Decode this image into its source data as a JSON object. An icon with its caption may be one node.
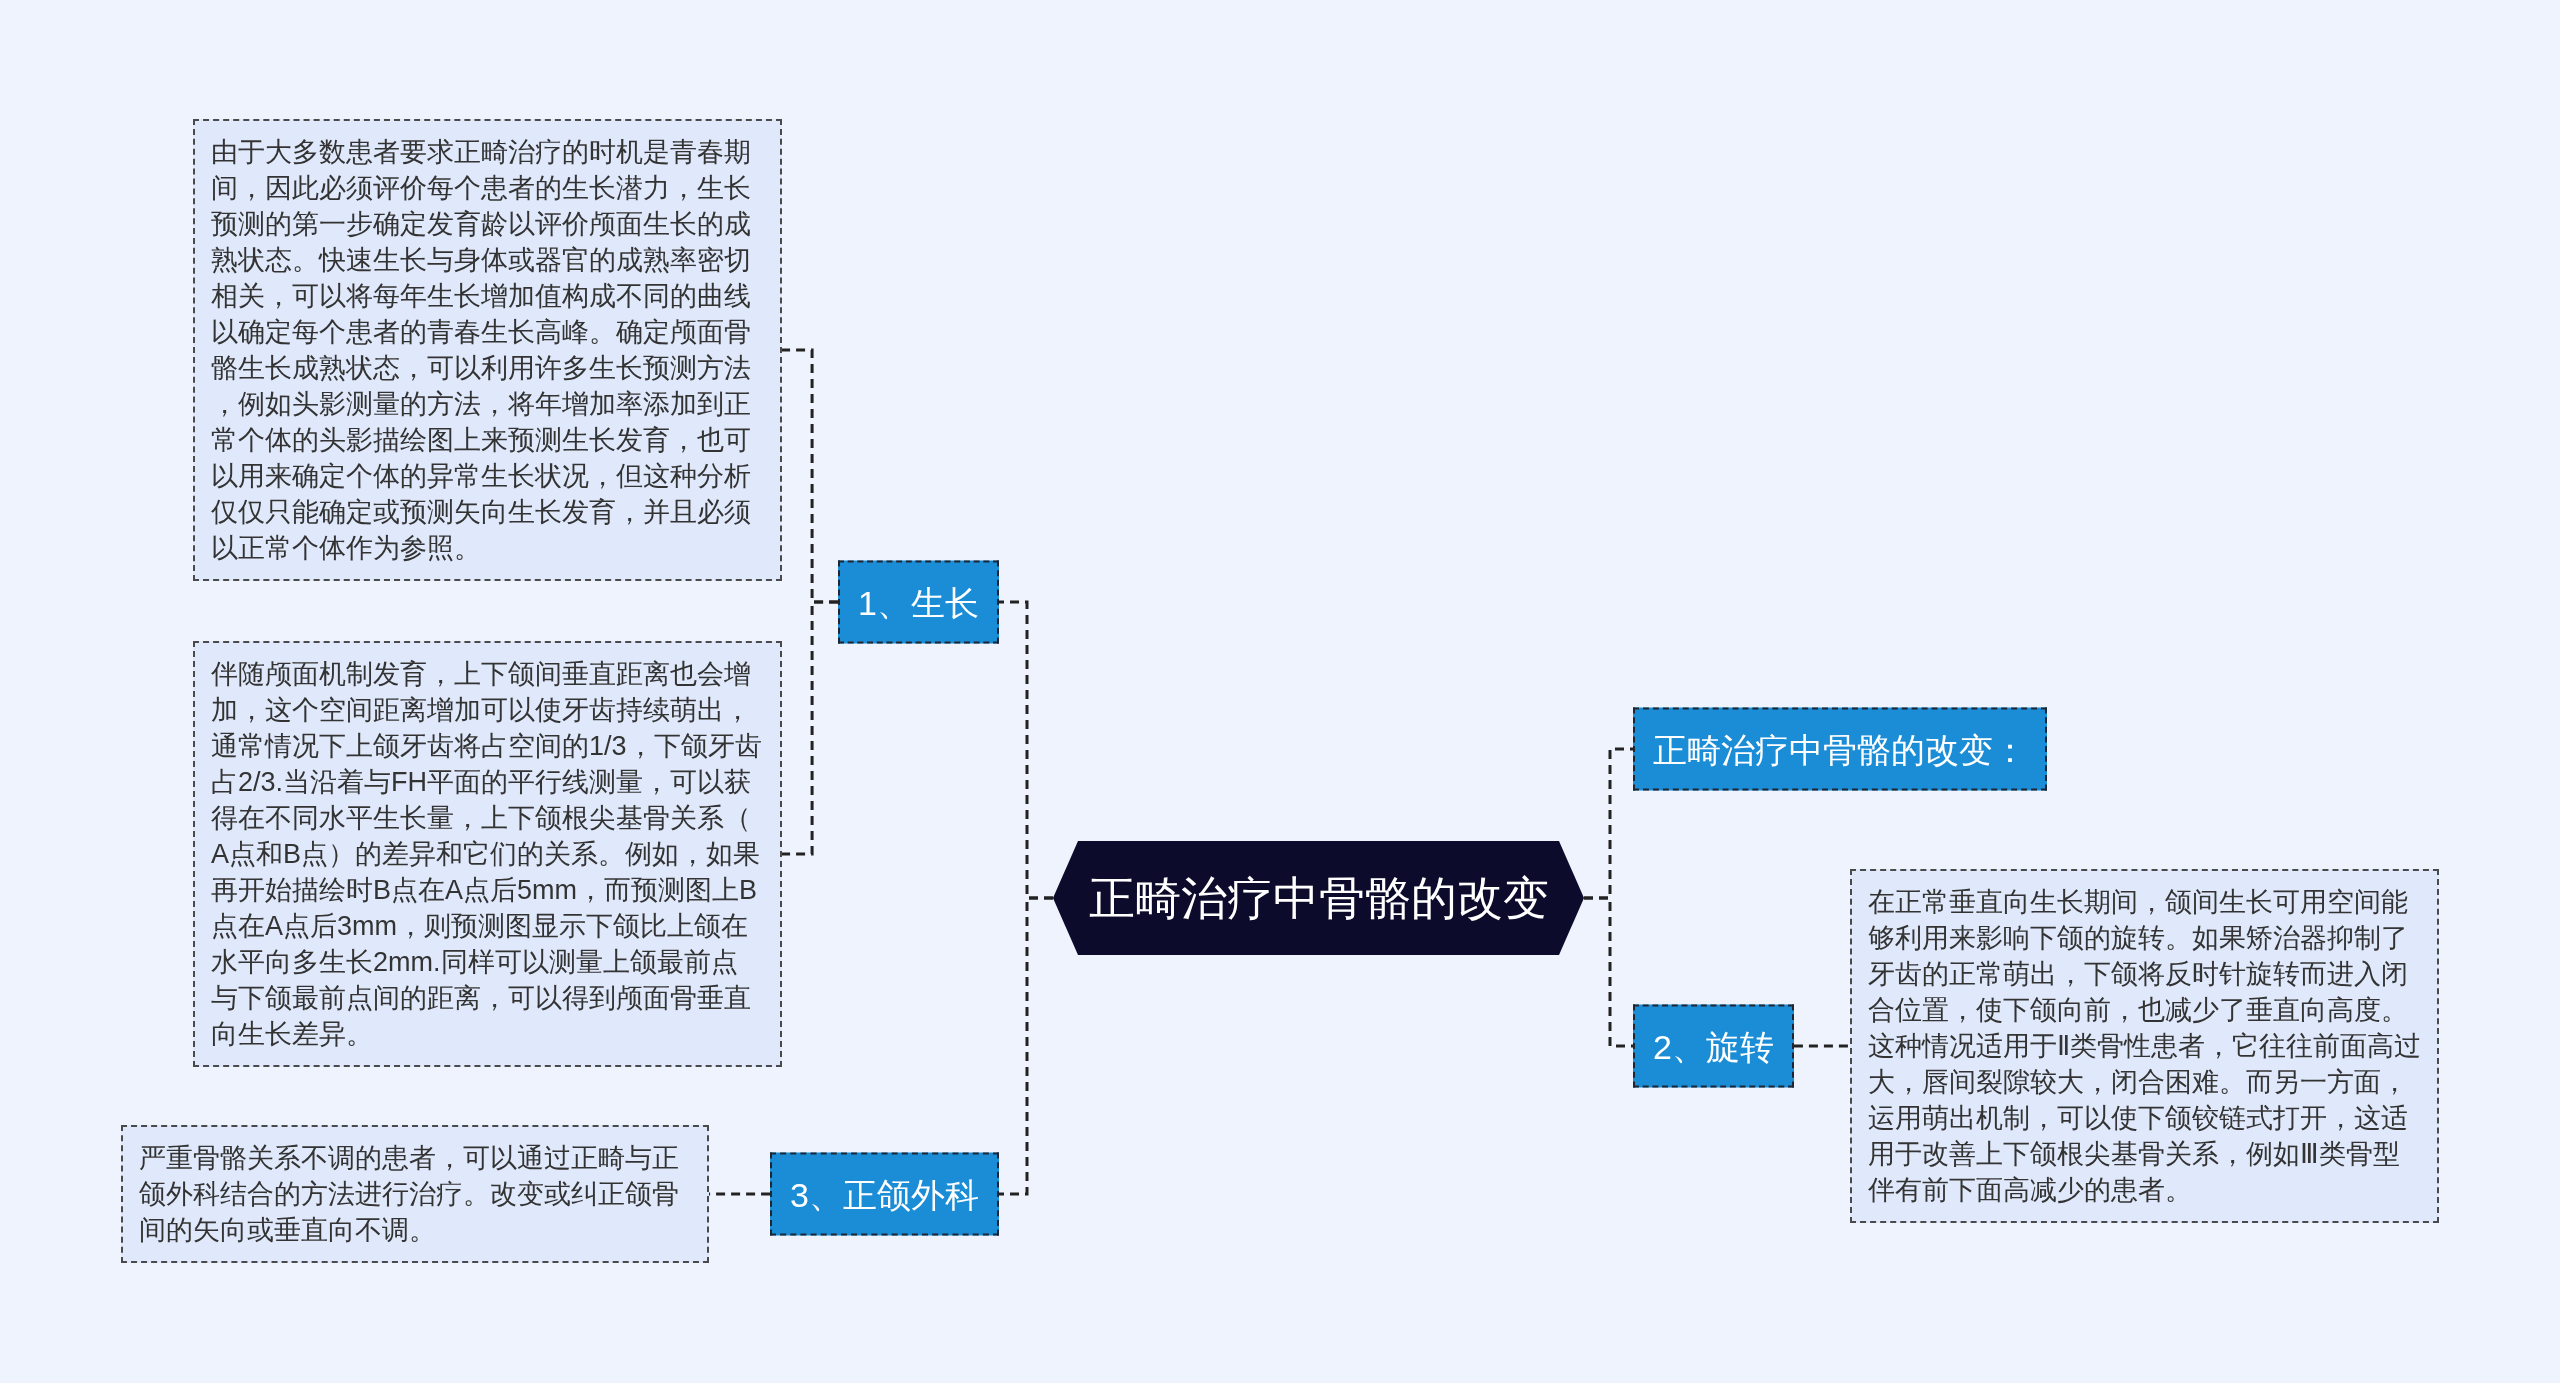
{
  "diagram": {
    "nodes": [
      {
        "text": [
          "正畸治疗中骨骼的改变"
        ]
      },
      {
        "text": [
          "1、生长"
        ]
      },
      {
        "text": [
          "由于大多数患者要求正畸治疗的时机是青春期间，因此必须评价每个患者的生长潜力，生长预测的第一步确定发育龄以评价颅面生长的成熟状态。快速生长与身体或器官的成熟率密切相关，可以将每年生长增加值构成不同的曲线以确定每个患者的青春生长高峰。确定颅面骨骼生长成熟状态，可以利用许多生长预测方法，例如头影测量的方法，将年增加率添加到正常个体的头影描绘图上来预测生长发育，也可以用来确定个体的异常生长状况，但这种分析仅仅只能确定或预测矢向生长发育，并且必须以正常个体作为参照。"
        ]
      },
      {
        "text": [
          "伴随颅面机制发育，上下颌间垂直距离也会增加，这个空间距离增加可以使牙齿持续萌出，通常情况下上颌牙齿将占空间的1/3，下颌牙齿占2/3.当沿着与FH平面的平行线测量，可以获得在不同水平生长量，上下颌根尖基骨关系（A点和B点）的差异和它们的关系。例如，如果再开始描绘时B点在A点后5mm，而预测图上B点在A点后3mm，则预测图显示下颌比上颌在水平向多生长2mm.同样可以测量上颌最前点与下颌最前点间的距离，可以得到颅面骨垂直向生长差异。"
        ]
      },
      {
        "text": [
          "3、正颌外科"
        ]
      },
      {
        "text": [
          "严重骨骼关系不调的患者，可以通过正畸与正颌外科结合的方法进行治疗。改变或纠正颌骨间的矢向或垂直向不调。"
        ]
      },
      {
        "text": [
          "正畸治疗中骨骼的改变："
        ]
      },
      {
        "text": [
          "2、旋转"
        ]
      },
      {
        "text": [
          "在正常垂直向生长期间，颌间生长可用空间能够利用来影响下颌的旋转。如果矫治器抑制了牙齿的正常萌出，下颌将反时针旋转而进入闭合位置，使下颌向前，也减少了垂直向高度。这种情况适用于Ⅱ类骨性患者，它往往前面高过大，唇间裂隙较大，闭合困难。而另一方面，运用萌出机制，可以使下颌铰链式打开，这适用于改善上下颌根尖基骨关系，例如Ⅲ类骨型伴有前下面高减少的患者。"
        ]
      }
    ],
    "edges": [
      {
        "from": 0,
        "to": 1,
        "arrow": "none",
        "style": "dashed"
      },
      {
        "from": 1,
        "to": 2,
        "arrow": "none",
        "style": "dashed"
      },
      {
        "from": 1,
        "to": 3,
        "arrow": "none",
        "style": "dashed"
      },
      {
        "from": 0,
        "to": 4,
        "arrow": "none",
        "style": "dashed"
      },
      {
        "from": 4,
        "to": 5,
        "arrow": "none",
        "style": "dashed"
      },
      {
        "from": 0,
        "to": 6,
        "arrow": "none",
        "style": "dashed"
      },
      {
        "from": 0,
        "to": 7,
        "arrow": "none",
        "style": "dashed"
      },
      {
        "from": 7,
        "to": 8,
        "arrow": "none",
        "style": "dashed"
      }
    ]
  }
}
